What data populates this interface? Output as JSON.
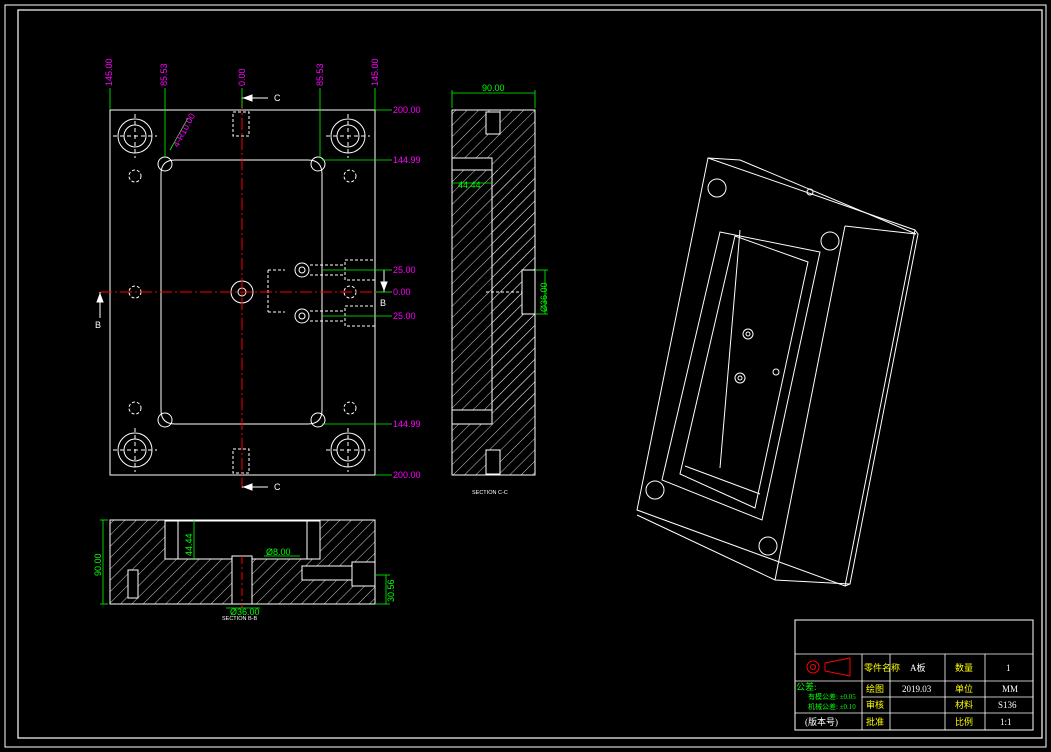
{
  "colors": {
    "background": "#000000",
    "outline": "#ffffff",
    "dimension": "#00ff00",
    "dimension_alt": "#ff00ff",
    "centerline": "#ff0000",
    "title_text": "#ffff00"
  },
  "top_view": {
    "top_dims": [
      "145.00",
      "85.53",
      "0.00",
      "85.53",
      "145.00"
    ],
    "right_dims": [
      "200.00",
      "144.99",
      "25.00",
      "0.00",
      "25.00",
      "144.99",
      "200.00"
    ],
    "hole_label": "4-R10.00",
    "section_c": "C",
    "section_b": "B"
  },
  "section_cc": {
    "width_dim": "90.00",
    "depth_dim": "44.44",
    "dia_dim": "Ø36.00",
    "caption": "SECTION C-C"
  },
  "section_bb": {
    "height_dim": "90.00",
    "depth_dim": "44.44",
    "hole_dim": "Ø8.00",
    "bore_dim": "Ø36.00",
    "step_dim": "30.56",
    "caption": "SECTION B-B"
  },
  "title_block": {
    "part_name_label": "零件名称",
    "part_name": "A板",
    "qty_label": "数量",
    "qty": "1",
    "drawn_label": "绘图",
    "date": "2019.03",
    "unit_label": "单位",
    "unit": "MM",
    "check_label": "审核",
    "material_label": "材料",
    "material": "S136",
    "approve_label": "批准",
    "scale_label": "比例",
    "scale": "1:1",
    "notes_title": "公差:",
    "tol_1": "有模公差: ±0.05",
    "tol_2": "机械公差: ±0.10",
    "version": "(版本号)"
  }
}
